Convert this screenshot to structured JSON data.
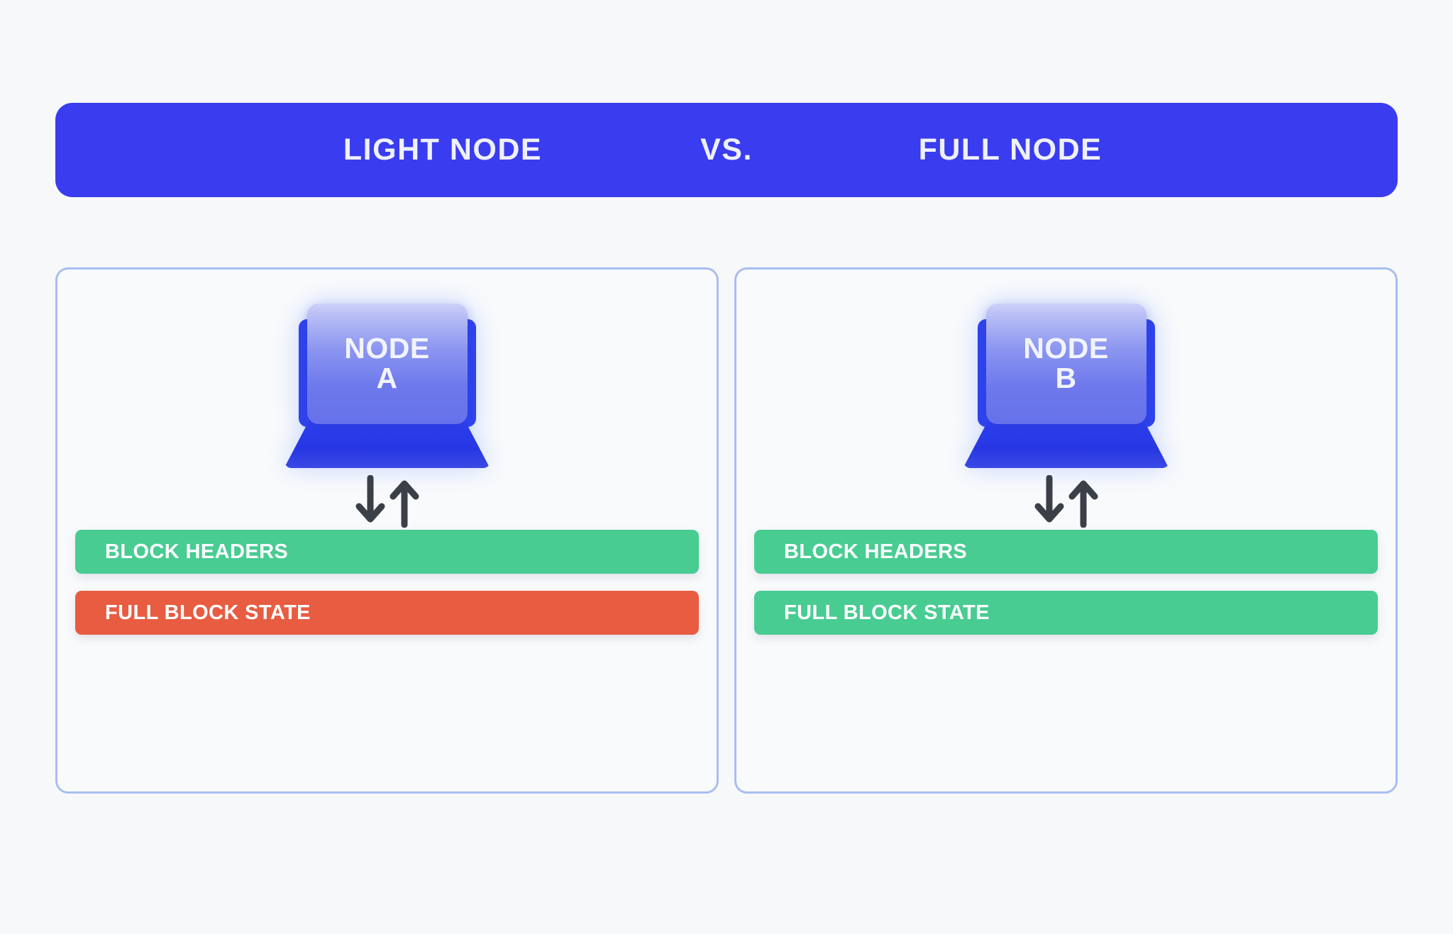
{
  "header": {
    "left_title": "LIGHT NODE",
    "vs_title": "VS.",
    "right_title": "FULL NODE",
    "background_color": "#3a3cf0",
    "text_color": "#eef0fb"
  },
  "colors": {
    "page_background": "#f7f8fa",
    "panel_border": "#a8bef0",
    "panel_background": "#f9fafc",
    "status_available": "#48cc92",
    "status_unavailable": "#e85c42",
    "laptop_base": "#2636e3",
    "laptop_screen_top": "#ccd0f8",
    "laptop_screen_bottom": "#6672ea",
    "arrow": "#3a3f48"
  },
  "panels": [
    {
      "id": "light-node",
      "node": {
        "name": "NODE",
        "letter": "A",
        "icon": "laptop-icon"
      },
      "sync_icon": {
        "down": "arrow-down-icon",
        "up": "arrow-up-icon"
      },
      "bars": [
        {
          "label": "BLOCK HEADERS",
          "color": "#48cc92",
          "state": "available"
        },
        {
          "label": "FULL BLOCK STATE",
          "color": "#e85c42",
          "state": "unavailable"
        }
      ]
    },
    {
      "id": "full-node",
      "node": {
        "name": "NODE",
        "letter": "B",
        "icon": "laptop-icon"
      },
      "sync_icon": {
        "down": "arrow-down-icon",
        "up": "arrow-up-icon"
      },
      "bars": [
        {
          "label": "BLOCK HEADERS",
          "color": "#48cc92",
          "state": "available"
        },
        {
          "label": "FULL BLOCK STATE",
          "color": "#48cc92",
          "state": "available"
        }
      ]
    }
  ]
}
